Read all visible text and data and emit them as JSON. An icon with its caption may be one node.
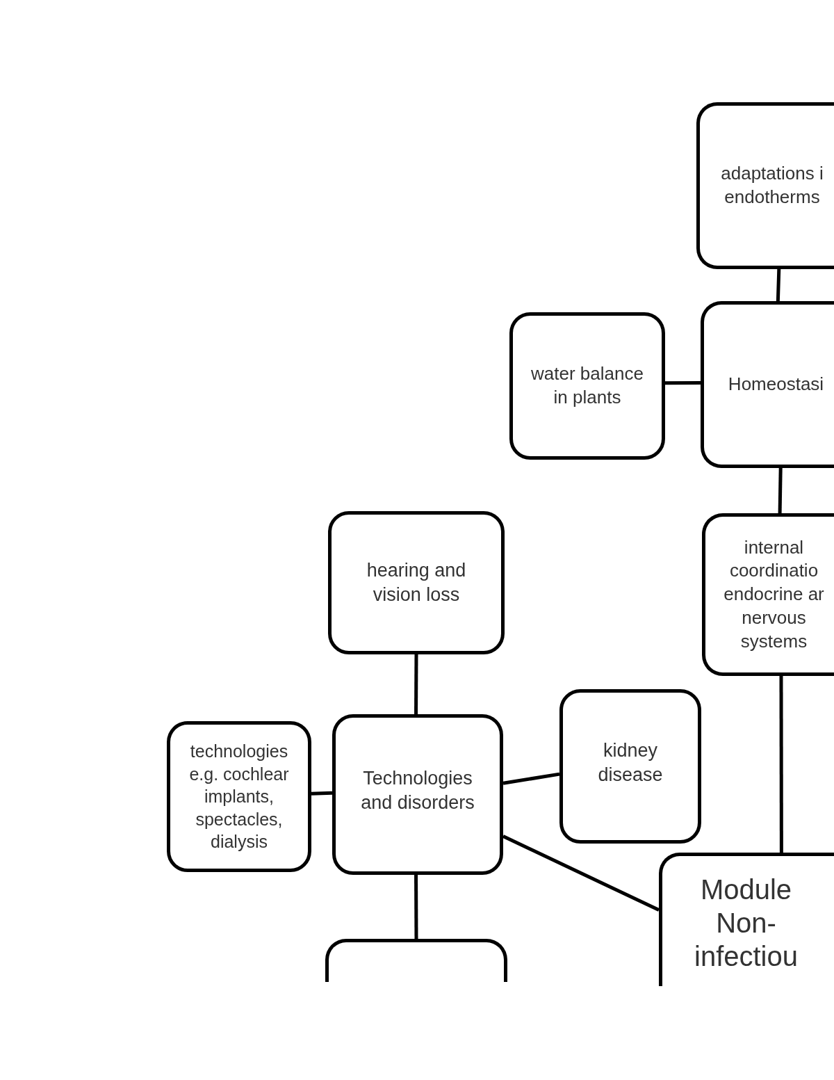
{
  "diagram": {
    "nodes": [
      {
        "text": [
          "adaptations i endotherms"
        ]
      },
      {
        "text": [
          "Homeostasi"
        ]
      },
      {
        "text": [
          "water balance in plants"
        ]
      },
      {
        "text": [
          "internal coordinatio endocrine ar nervous systems"
        ]
      },
      {
        "text": [
          "hearing and vision loss"
        ]
      },
      {
        "text": [
          "Technologies and disorders"
        ]
      },
      {
        "text": [
          "technologies e.g. cochlear implants, spectacles, dialysis"
        ]
      },
      {
        "text": [
          "kidney disease"
        ]
      },
      {
        "text": [
          "Module Non- infectiou"
        ]
      },
      {
        "text": [],
        "shape": "box"
      }
    ],
    "edges": [
      {
        "from": 0,
        "to": 1,
        "arrow": "none"
      },
      {
        "from": 2,
        "to": 1,
        "arrow": "none"
      },
      {
        "from": 1,
        "to": 3,
        "arrow": "none"
      },
      {
        "from": 3,
        "to": 8,
        "arrow": "none"
      },
      {
        "from": 4,
        "to": 5,
        "arrow": "none"
      },
      {
        "from": 6,
        "to": 5,
        "arrow": "none"
      },
      {
        "from": 5,
        "to": 7,
        "arrow": "none"
      },
      {
        "from": 5,
        "to": 8,
        "arrow": "none"
      },
      {
        "from": 5,
        "to": 9,
        "arrow": "none"
      }
    ]
  }
}
